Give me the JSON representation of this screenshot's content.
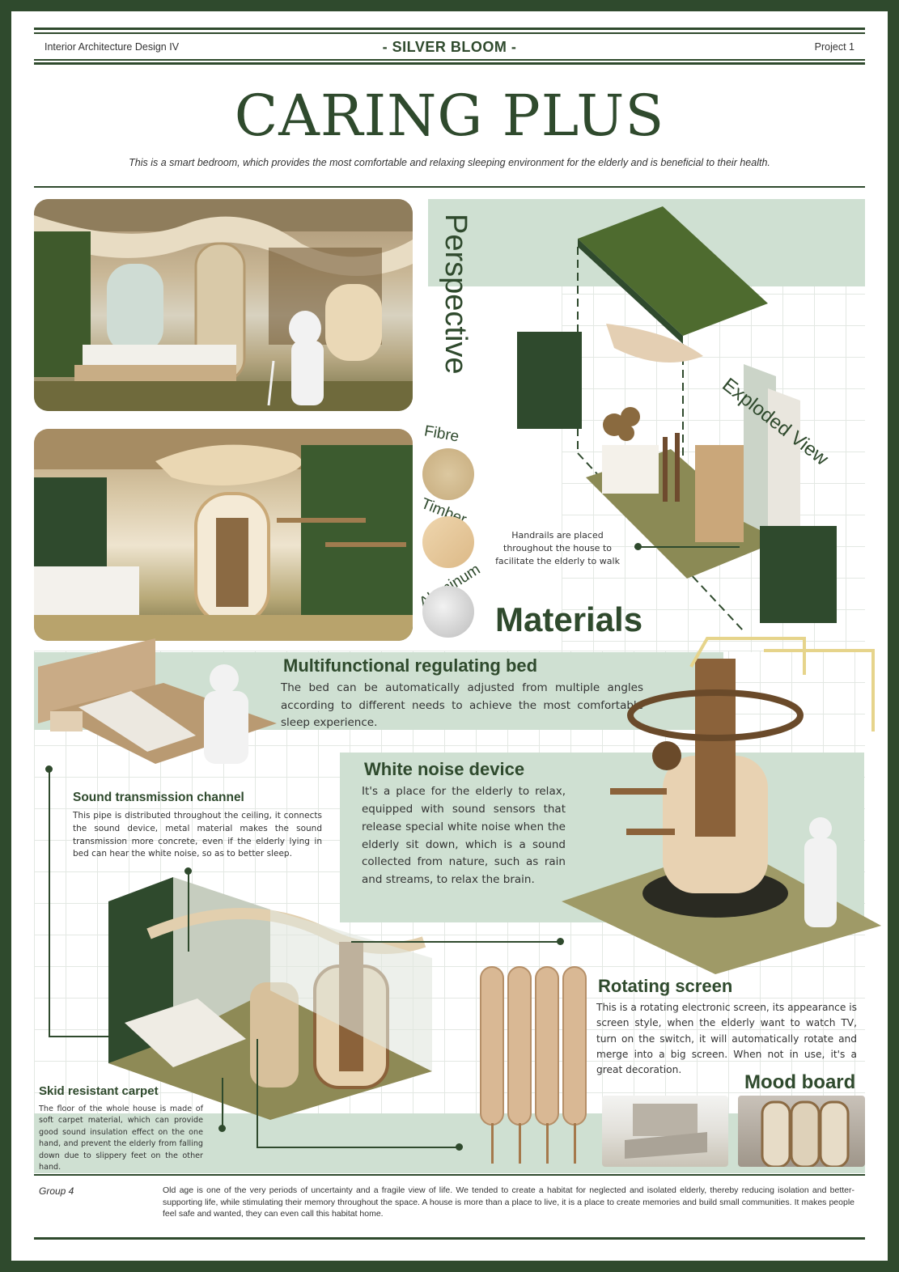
{
  "header": {
    "left": "Interior Architecture Design IV",
    "center": "-  SILVER BLOOM  -",
    "right": "Project 1"
  },
  "title": "CARING PLUS",
  "subtitle": "This is a smart bedroom, which provides the most comfortable and relaxing sleeping environment for the elderly and is beneficial to their health.",
  "perspective_label": "Perspective",
  "exploded_label": "Exploded View",
  "materials": {
    "heading": "Materials",
    "items": [
      {
        "label": "Fibre",
        "color": "#d9c29a"
      },
      {
        "label": "Timber",
        "color": "#e6cba3"
      },
      {
        "label": "Aluminum",
        "color": "#d6d6d6"
      }
    ]
  },
  "handrail_note": "Handrails are placed throughout the house to facilitate the elderly to walk",
  "bed": {
    "title": "Multifunctional regulating bed",
    "text": "The bed can be automatically adjusted from multiple angles according to different needs to achieve the most comfortable sleep experience."
  },
  "white_noise": {
    "title": "White noise device",
    "text": "It's a place for the elderly to relax, equipped with sound sensors that release special white noise when the elderly sit down, which is a sound collected from nature, such as rain and streams, to relax the brain."
  },
  "sound_channel": {
    "title": "Sound transmission channel",
    "text": "This pipe is distributed throughout the ceiling, it connects the sound device, metal material makes the sound transmission more concrete, even if the elderly lying in bed can hear the white noise, so as to better sleep."
  },
  "carpet": {
    "title": "Skid resistant carpet",
    "text": "The floor of the whole house is made of soft carpet material, which can provide good sound insulation effect on the one hand, and prevent the elderly from falling down due to slippery feet on the other hand."
  },
  "screen": {
    "title": "Rotating screen",
    "text": "This is a rotating electronic screen, its appearance is screen style, when the elderly want to watch TV, turn on the switch, it will automatically rotate and merge into a big screen. When not in use, it's a great decoration."
  },
  "mood_board": "Mood board",
  "footer": {
    "group": "Group 4",
    "text": "Old age is one of the very periods of uncertainty and a fragile view of life. We tended to create a habitat for neglected and isolated elderly, thereby reducing isolation and better-supporting life, while stimulating their memory throughout the space. A house is more than a place to live, it is a place to create memories and build small communities. It makes people feel safe and wanted, they can even call this habitat home."
  },
  "colors": {
    "primary": "#2f4a2d",
    "panel": "#cfe0d2"
  }
}
